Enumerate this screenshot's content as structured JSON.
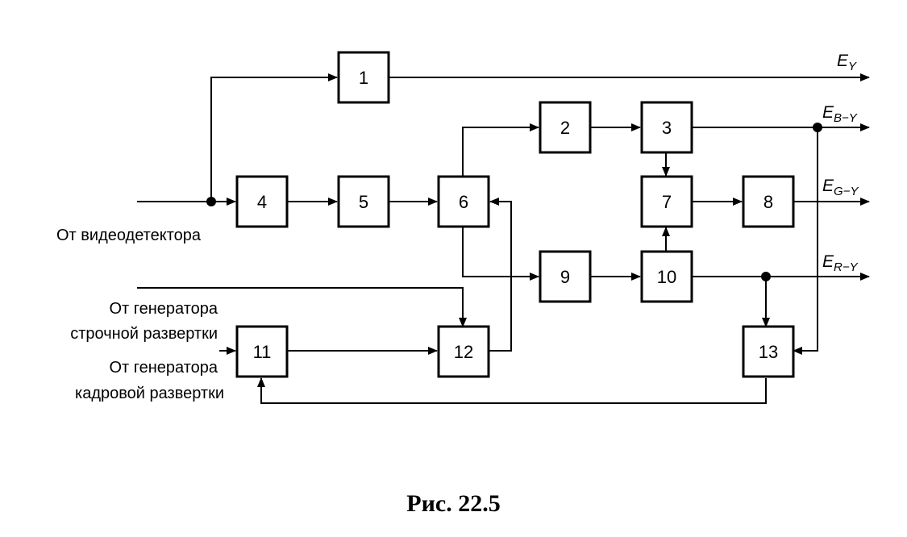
{
  "blocks": [
    "1",
    "2",
    "3",
    "4",
    "5",
    "6",
    "7",
    "8",
    "9",
    "10",
    "11",
    "12",
    "13"
  ],
  "inputs": {
    "video": "От видеодетектора",
    "line_1": "От генератора",
    "line_2": "строчной развертки",
    "frame_1": "От генератора",
    "frame_2": "кадровой развертки"
  },
  "outputs": {
    "ey": {
      "main": "E",
      "sub": "Y"
    },
    "eby": {
      "main": "E",
      "sub": "B−Y"
    },
    "egy": {
      "main": "E",
      "sub": "G−Y"
    },
    "ery": {
      "main": "E",
      "sub": "R−Y"
    }
  },
  "caption": "Рис. 22.5"
}
